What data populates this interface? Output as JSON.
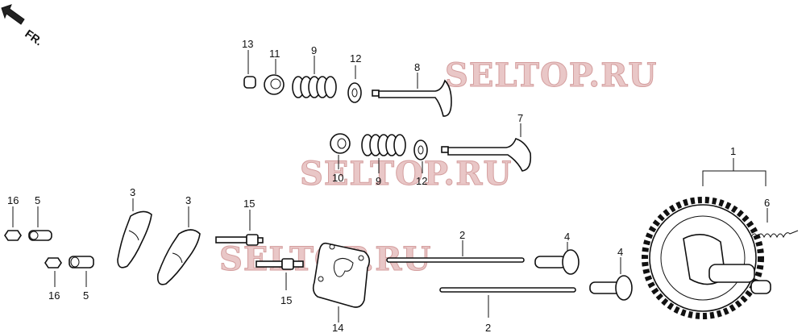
{
  "orientation": {
    "text": "FR.",
    "icon": "arrow-icon"
  },
  "watermarks": [
    "SELTOP.RU",
    "SELTOP.RU",
    "SELTOP.RU"
  ],
  "callouts": {
    "c13": "13",
    "c11": "11",
    "c9a": "9",
    "c12a": "12",
    "c8": "8",
    "c7": "7",
    "c10": "10",
    "c9b": "9",
    "c12b": "12",
    "c1": "1",
    "c6": "6",
    "c16a": "16",
    "c5a": "5",
    "c3a": "3",
    "c3b": "3",
    "c15a": "15",
    "c2a": "2",
    "c4a": "4",
    "c4b": "4",
    "c16b": "16",
    "c5b": "5",
    "c15b": "15",
    "c14": "14",
    "c2b": "2"
  }
}
